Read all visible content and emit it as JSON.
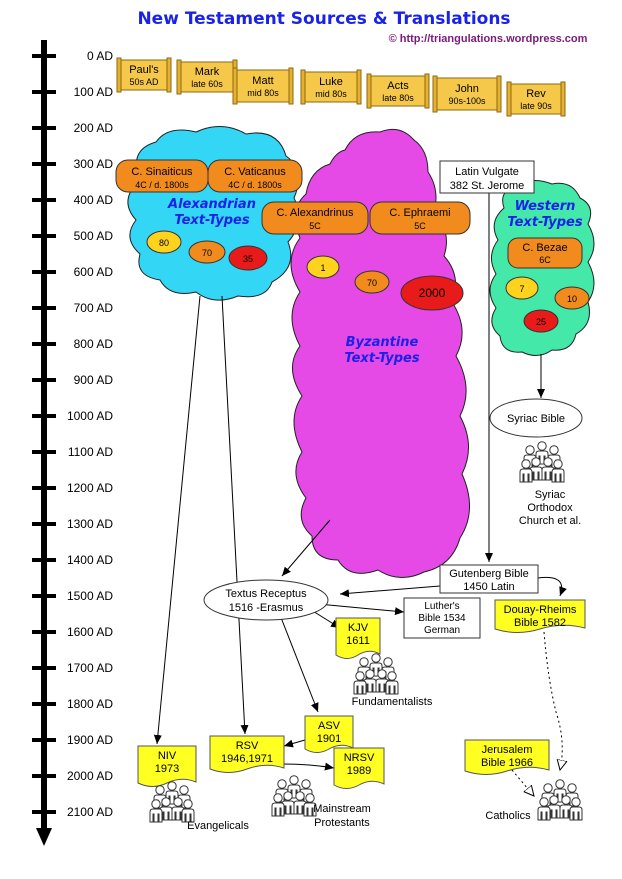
{
  "title": "New Testament Sources & Translations",
  "credit": "© http://triangulations.wordpress.com",
  "timeline": [
    "0 AD",
    "100 AD",
    "200 AD",
    "300 AD",
    "400 AD",
    "500 AD",
    "600 AD",
    "700 AD",
    "800 AD",
    "900 AD",
    "1000 AD",
    "1100 AD",
    "1200 AD",
    "1300 AD",
    "1400 AD",
    "1500 AD",
    "1600 AD",
    "1700 AD",
    "1800 AD",
    "1900 AD",
    "2000 AD",
    "2100 AD"
  ],
  "scrolls": [
    {
      "name": "Paul's",
      "date": "50s AD"
    },
    {
      "name": "Mark",
      "date": "late 60s"
    },
    {
      "name": "Matt",
      "date": "mid 80s"
    },
    {
      "name": "Luke",
      "date": "mid 80s"
    },
    {
      "name": "Acts",
      "date": "late 80s"
    },
    {
      "name": "John",
      "date": "90s-100s"
    },
    {
      "name": "Rev",
      "date": "late 90s"
    }
  ],
  "clouds": {
    "alexandrian": [
      "Alexandrian",
      "Text-Types"
    ],
    "byzantine": [
      "Byzantine",
      "Text-Types"
    ],
    "western": [
      "Western",
      "Text-Types"
    ]
  },
  "codices": {
    "sinaiticus": [
      "C. Sinaiticus",
      "4C / d. 1800s"
    ],
    "vaticanus": [
      "C. Vaticanus",
      "4C / d. 1800s"
    ],
    "alexandrinus": [
      "C. Alexandrinus",
      "5C"
    ],
    "ephraemi": [
      "C. Ephraemi",
      "5C"
    ],
    "bezae": [
      "C. Bezae",
      "6C"
    ]
  },
  "counts": {
    "alex": [
      "80",
      "70",
      "35"
    ],
    "byz": [
      "1",
      "70",
      "2000"
    ],
    "west": [
      "7",
      "10",
      "25"
    ]
  },
  "boxes": {
    "vulgate": [
      "Latin Vulgate",
      "382 St. Jerome"
    ],
    "gutenberg": [
      "Gutenberg Bible",
      "1450 Latin"
    ],
    "luther": [
      "Luther's",
      "Bible 1534",
      "German"
    ],
    "textus": [
      "Textus  Receptus",
      "1516 -Erasmus"
    ],
    "syriac": "Syriac Bible"
  },
  "translations": {
    "kjv": [
      "KJV",
      "1611"
    ],
    "douay": [
      "Douay-Rheims",
      "Bible 1582"
    ],
    "asv": [
      "ASV",
      "1901"
    ],
    "rsv": [
      "RSV",
      "1946,1971"
    ],
    "nrsv": [
      "NRSV",
      "1989"
    ],
    "niv": [
      "NIV",
      "1973"
    ],
    "jerusalem": [
      "Jerusalem",
      "Bible 1966"
    ]
  },
  "groups": {
    "syriac_orthodox": [
      "Syriac",
      "Orthodox",
      "Church et al."
    ],
    "fundamentalists": "Fundamentalists",
    "evangelicals": "Evangelicals",
    "mainstream": [
      "Mainstream",
      "Protestants"
    ],
    "catholics": "Catholics"
  },
  "colors": {
    "title": "#1a22e8",
    "alex_cloud": "#33d6f5",
    "byz_cloud": "#e64ae6",
    "west_cloud": "#44e8a8",
    "codex": "#f28b1e",
    "scroll": "#f5c84a",
    "note": "#ffff22",
    "red": "#e81a1a",
    "yellow_oval": "#ffd21e"
  }
}
